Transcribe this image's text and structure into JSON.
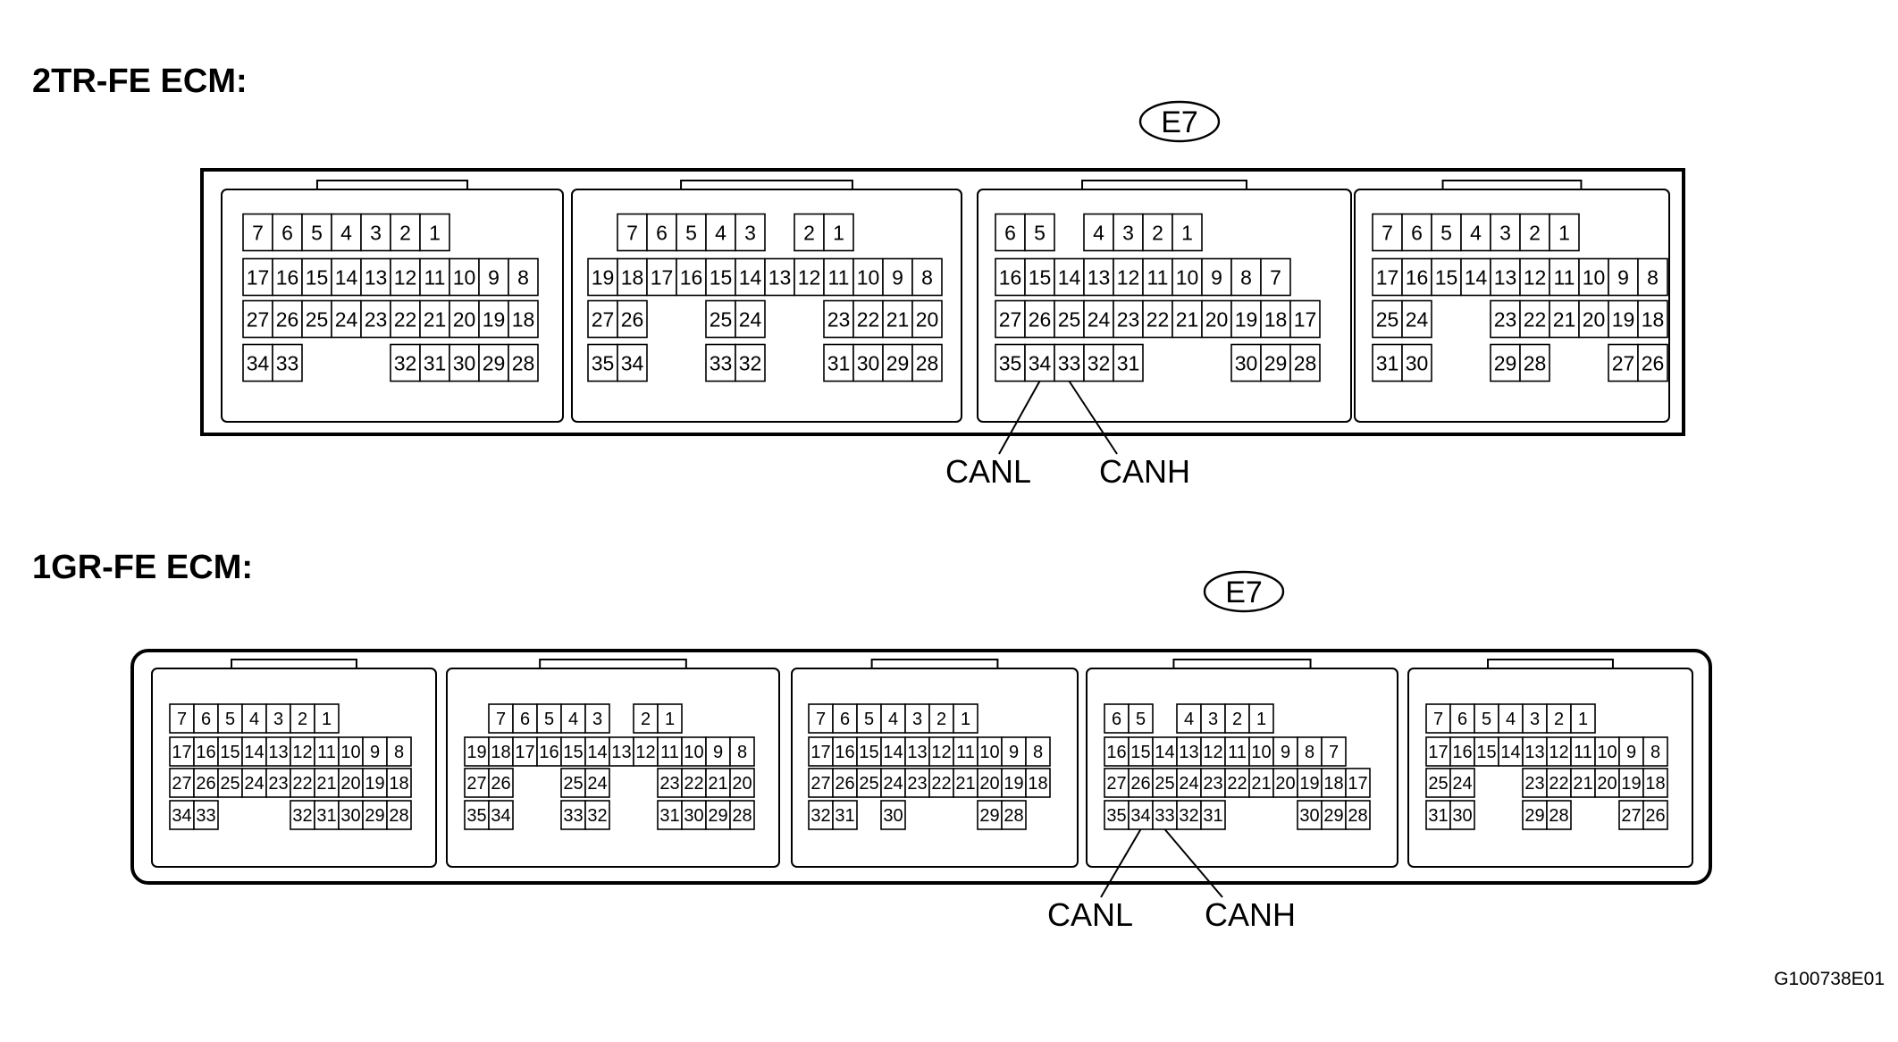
{
  "diagram": {
    "top": {
      "title": "2TR-FE ECM:",
      "connector_label": "E7",
      "callouts": [
        {
          "label": "CANL",
          "pin": "34",
          "block": 2
        },
        {
          "label": "CANH",
          "pin": "33",
          "block": 2
        }
      ],
      "blocks": [
        {
          "rows": [
            [
              "7",
              "6",
              "5",
              "4",
              "3",
              "2",
              "1"
            ],
            [
              "17",
              "16",
              "15",
              "14",
              "13",
              "12",
              "11",
              "10",
              "9",
              "8"
            ],
            [
              "27",
              "26",
              "25",
              "24",
              "23",
              "22",
              "21",
              "20",
              "19",
              "18"
            ],
            [
              "34",
              "33",
              "",
              "",
              "",
              "32",
              "31",
              "30",
              "29",
              "28"
            ]
          ]
        },
        {
          "rows": [
            [
              "",
              "7",
              "6",
              "5",
              "4",
              "3",
              "",
              "2",
              "1"
            ],
            [
              "19",
              "18",
              "17",
              "16",
              "15",
              "14",
              "13",
              "12",
              "11",
              "10",
              "9",
              "8"
            ],
            [
              "27",
              "26",
              "",
              "",
              "25",
              "24",
              "",
              "",
              "23",
              "22",
              "21",
              "20"
            ],
            [
              "35",
              "34",
              "",
              "",
              "33",
              "32",
              "",
              "",
              "31",
              "30",
              "29",
              "28"
            ]
          ]
        },
        {
          "rows": [
            [
              "6",
              "5",
              "",
              "4",
              "3",
              "2",
              "1"
            ],
            [
              "16",
              "15",
              "14",
              "13",
              "12",
              "11",
              "10",
              "9",
              "8",
              "7"
            ],
            [
              "27",
              "26",
              "25",
              "24",
              "23",
              "22",
              "21",
              "20",
              "19",
              "18",
              "17"
            ],
            [
              "35",
              "34",
              "33",
              "32",
              "31",
              "",
              "",
              "",
              "30",
              "29",
              "28"
            ]
          ]
        },
        {
          "rows": [
            [
              "7",
              "6",
              "5",
              "4",
              "3",
              "2",
              "1"
            ],
            [
              "17",
              "16",
              "15",
              "14",
              "13",
              "12",
              "11",
              "10",
              "9",
              "8"
            ],
            [
              "25",
              "24",
              "",
              "",
              "23",
              "22",
              "21",
              "20",
              "19",
              "18"
            ],
            [
              "31",
              "30",
              "",
              "",
              "29",
              "28",
              "",
              "",
              "27",
              "26"
            ]
          ]
        }
      ]
    },
    "bottom": {
      "title": "1GR-FE ECM:",
      "connector_label": "E7",
      "callouts": [
        {
          "label": "CANL",
          "pin": "34",
          "block": 3
        },
        {
          "label": "CANH",
          "pin": "33",
          "block": 3
        }
      ],
      "blocks": [
        {
          "rows": [
            [
              "7",
              "6",
              "5",
              "4",
              "3",
              "2",
              "1"
            ],
            [
              "17",
              "16",
              "15",
              "14",
              "13",
              "12",
              "11",
              "10",
              "9",
              "8"
            ],
            [
              "27",
              "26",
              "25",
              "24",
              "23",
              "22",
              "21",
              "20",
              "19",
              "18"
            ],
            [
              "34",
              "33",
              "",
              "",
              "",
              "32",
              "31",
              "30",
              "29",
              "28"
            ]
          ]
        },
        {
          "rows": [
            [
              "",
              "7",
              "6",
              "5",
              "4",
              "3",
              "",
              "2",
              "1"
            ],
            [
              "19",
              "18",
              "17",
              "16",
              "15",
              "14",
              "13",
              "12",
              "11",
              "10",
              "9",
              "8"
            ],
            [
              "27",
              "26",
              "",
              "",
              "25",
              "24",
              "",
              "",
              "23",
              "22",
              "21",
              "20"
            ],
            [
              "35",
              "34",
              "",
              "",
              "33",
              "32",
              "",
              "",
              "31",
              "30",
              "29",
              "28"
            ]
          ]
        },
        {
          "rows": [
            [
              "7",
              "6",
              "5",
              "4",
              "3",
              "2",
              "1"
            ],
            [
              "17",
              "16",
              "15",
              "14",
              "13",
              "12",
              "11",
              "10",
              "9",
              "8"
            ],
            [
              "27",
              "26",
              "25",
              "24",
              "23",
              "22",
              "21",
              "20",
              "19",
              "18"
            ],
            [
              "32",
              "31",
              "",
              "30",
              "",
              "",
              "",
              "29",
              "28"
            ]
          ]
        },
        {
          "rows": [
            [
              "6",
              "5",
              "",
              "4",
              "3",
              "2",
              "1"
            ],
            [
              "16",
              "15",
              "14",
              "13",
              "12",
              "11",
              "10",
              "9",
              "8",
              "7"
            ],
            [
              "27",
              "26",
              "25",
              "24",
              "23",
              "22",
              "21",
              "20",
              "19",
              "18",
              "17"
            ],
            [
              "35",
              "34",
              "33",
              "32",
              "31",
              "",
              "",
              "",
              "30",
              "29",
              "28"
            ]
          ]
        },
        {
          "rows": [
            [
              "7",
              "6",
              "5",
              "4",
              "3",
              "2",
              "1"
            ],
            [
              "17",
              "16",
              "15",
              "14",
              "13",
              "12",
              "11",
              "10",
              "9",
              "8"
            ],
            [
              "25",
              "24",
              "",
              "",
              "23",
              "22",
              "21",
              "20",
              "19",
              "18"
            ],
            [
              "31",
              "30",
              "",
              "",
              "29",
              "28",
              "",
              "",
              "27",
              "26"
            ]
          ]
        }
      ]
    },
    "figure_id": "G100738E01"
  }
}
